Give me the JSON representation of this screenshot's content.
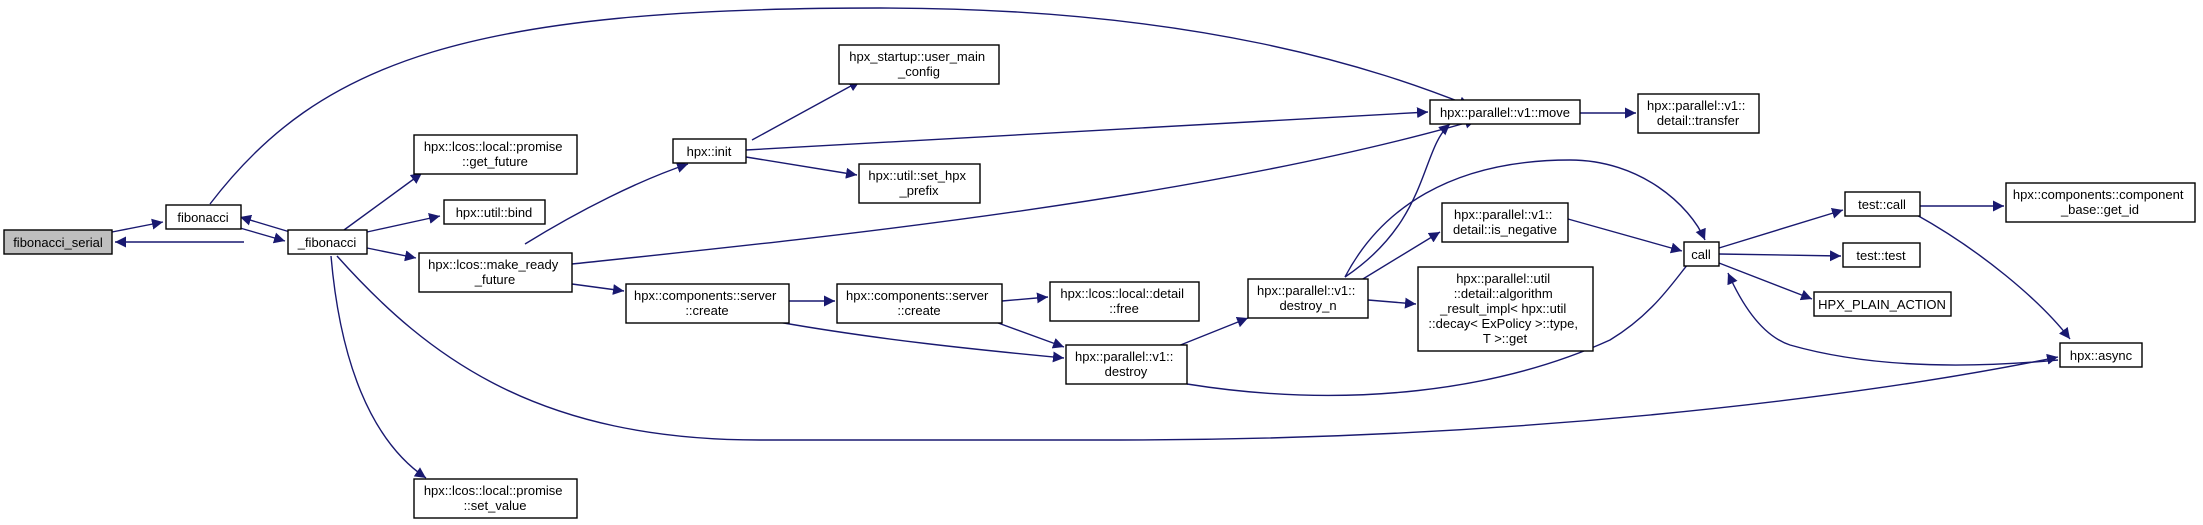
{
  "diagram": {
    "colors": {
      "edge": "#191970",
      "root_fill": "#bfbfbf",
      "node_fill": "#ffffff",
      "node_border": "#000000"
    },
    "nodes": {
      "fibonacci_serial": [
        "fibonacci_serial"
      ],
      "fibonacci": [
        "fibonacci"
      ],
      "_fibonacci": [
        "_fibonacci"
      ],
      "promise_get_future": [
        "hpx::lcos::local::promise",
        "::get_future"
      ],
      "util_bind": [
        "hpx::util::bind"
      ],
      "make_ready_future": [
        "hpx::lcos::make_ready",
        "_future"
      ],
      "promise_set_value": [
        "hpx::lcos::local::promise",
        "::set_value"
      ],
      "hpx_init": [
        "hpx::init"
      ],
      "user_main_config": [
        "hpx_startup::user_main",
        "_config"
      ],
      "set_hpx_prefix": [
        "hpx::util::set_hpx",
        "_prefix"
      ],
      "server_create_a": [
        "hpx::components::server",
        "::create"
      ],
      "server_create_b": [
        "hpx::components::server",
        "::create"
      ],
      "detail_free": [
        "hpx::lcos::local::detail",
        "::free"
      ],
      "v1_destroy": [
        "hpx::parallel::v1::",
        "destroy"
      ],
      "v1_destroy_n": [
        "hpx::parallel::v1::",
        "destroy_n"
      ],
      "v1_move": [
        "hpx::parallel::v1::move"
      ],
      "detail_transfer": [
        "hpx::parallel::v1::",
        "detail::transfer"
      ],
      "is_negative": [
        "hpx::parallel::v1::",
        "detail::is_negative"
      ],
      "algorithm_result": [
        "hpx::parallel::util",
        "::detail::algorithm",
        "_result_impl< hpx::util",
        "::decay< ExPolicy >::type,",
        "T >::get"
      ],
      "call": [
        "call"
      ],
      "test_call": [
        "test::call"
      ],
      "test_test": [
        "test::test"
      ],
      "plain_action": [
        "HPX_PLAIN_ACTION"
      ],
      "get_id": [
        "hpx::components::component",
        "_base::get_id"
      ],
      "hpx_async": [
        "hpx::async"
      ]
    }
  }
}
